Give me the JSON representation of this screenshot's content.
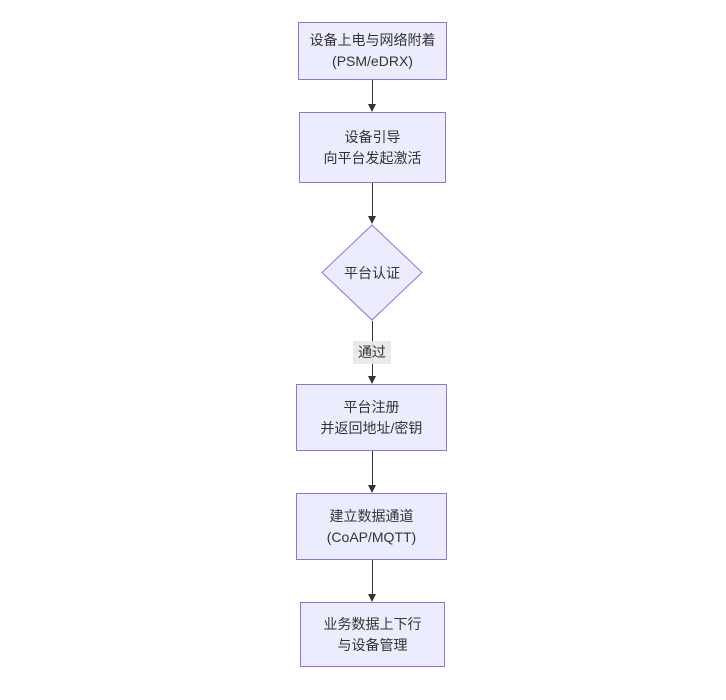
{
  "diagram": {
    "type": "flowchart",
    "direction": "top-down",
    "nodes": [
      {
        "id": "A",
        "shape": "rect",
        "lines": [
          "设备上电与网络附着",
          "(PSM/eDRX)"
        ]
      },
      {
        "id": "B",
        "shape": "rect",
        "lines": [
          "设备引导",
          "向平台发起激活"
        ]
      },
      {
        "id": "C",
        "shape": "diamond",
        "lines": [
          "平台认证"
        ]
      },
      {
        "id": "D",
        "shape": "rect",
        "lines": [
          "平台注册",
          "并返回地址/密钥"
        ]
      },
      {
        "id": "E",
        "shape": "rect",
        "lines": [
          "建立数据通道",
          "(CoAP/MQTT)"
        ]
      },
      {
        "id": "F",
        "shape": "rect",
        "lines": [
          "业务数据上下行",
          "与设备管理"
        ]
      }
    ],
    "edges": [
      {
        "from": "A",
        "to": "B",
        "label": ""
      },
      {
        "from": "B",
        "to": "C",
        "label": ""
      },
      {
        "from": "C",
        "to": "D",
        "label": "通过"
      },
      {
        "from": "D",
        "to": "E",
        "label": ""
      },
      {
        "from": "E",
        "to": "F",
        "label": ""
      }
    ],
    "colors": {
      "node_fill": "#ECECFF",
      "node_border": "#9370DB",
      "text": "#333333",
      "arrow": "#333333",
      "edge_label_bg": "#E8E8E8",
      "background": "#FFFFFF"
    }
  }
}
